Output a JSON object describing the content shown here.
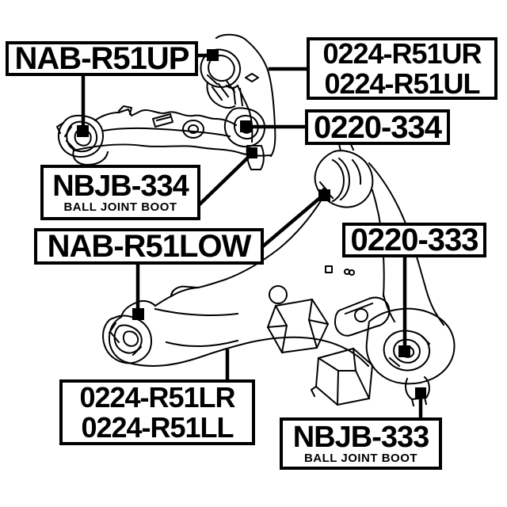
{
  "page": {
    "background_color": "#ffffff",
    "ink_color": "#000000"
  },
  "labels": {
    "upper_arm_front_bushing": "NAB-R51UP",
    "upper_arm_right": "0224-R51UR",
    "upper_arm_left": "0224-R51UL",
    "upper_arm_rear_bushing": "0220-334",
    "upper_ball_joint_boot": "NBJB-334",
    "upper_ball_joint_boot_subtitle": "BALL JOINT BOOT",
    "lower_arm_bushing": "NAB-R51LOW",
    "lower_arm_rear_bushing": "0220-333",
    "lower_arm_right": "0224-R51LR",
    "lower_arm_left": "0224-R51LL",
    "lower_ball_joint_boot": "NBJB-333",
    "lower_ball_joint_boot_subtitle": "BALL JOINT BOOT"
  }
}
